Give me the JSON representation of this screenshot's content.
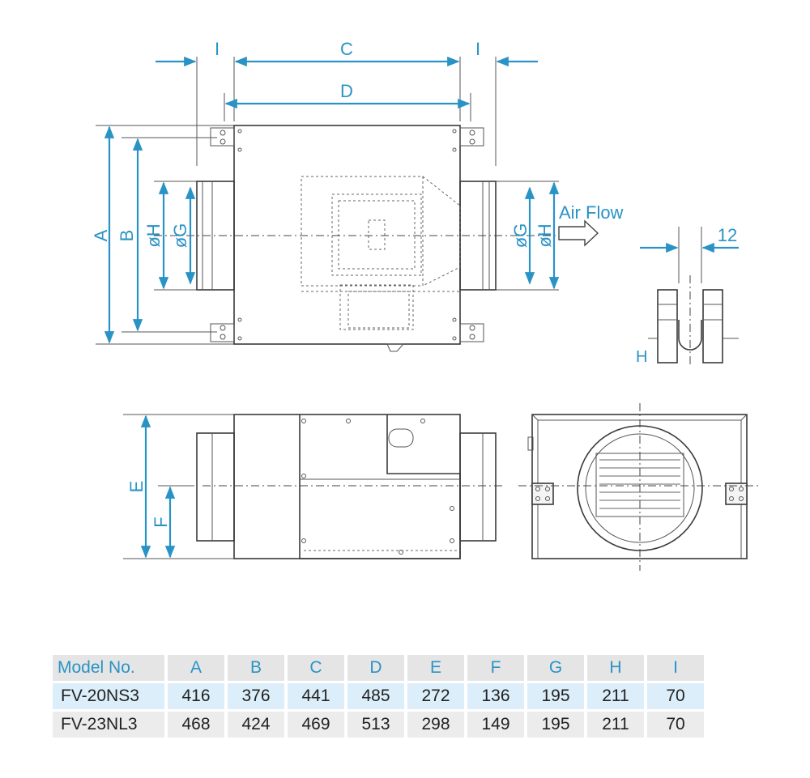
{
  "labels": {
    "dim_a": "A",
    "dim_b": "B",
    "dim_c": "C",
    "dim_d": "D",
    "dim_e": "E",
    "dim_f": "F",
    "dim_g": "øG",
    "dim_h": "øH",
    "dim_i": "I",
    "dim_h_slot": "H",
    "slot_width": "12",
    "air_flow": "Air Flow"
  },
  "table": {
    "headers": [
      "Model No.",
      "A",
      "B",
      "C",
      "D",
      "E",
      "F",
      "G",
      "H",
      "I"
    ],
    "rows": [
      [
        "FV-20NS3",
        "416",
        "376",
        "441",
        "485",
        "272",
        "136",
        "195",
        "211",
        "70"
      ],
      [
        "FV-23NL3",
        "468",
        "424",
        "469",
        "513",
        "298",
        "149",
        "195",
        "211",
        "70"
      ]
    ]
  },
  "colors": {
    "dimension": "#2a93c6",
    "row_highlight": "#dbeef9",
    "row_plain": "#ececec",
    "header_bg": "#e5e5e5"
  }
}
